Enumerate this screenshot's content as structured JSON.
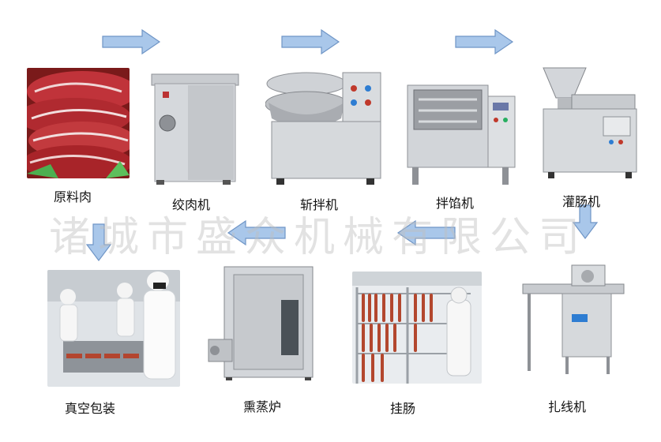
{
  "watermark": "诸城市盛众机械有限公司",
  "steps": [
    {
      "label": "原料肉",
      "icon": "raw-meat-photo"
    },
    {
      "label": "绞肉机",
      "icon": "meat-grinder-photo"
    },
    {
      "label": "斩拌机",
      "icon": "bowl-chopper-photo"
    },
    {
      "label": "拌馅机",
      "icon": "mixer-photo"
    },
    {
      "label": "灌肠机",
      "icon": "sausage-filler-photo"
    },
    {
      "label": "扎线机",
      "icon": "sausage-tying-machine-photo"
    },
    {
      "label": "挂肠",
      "icon": "hanging-sausage-photo"
    },
    {
      "label": "熏蒸炉",
      "icon": "smokehouse-photo"
    },
    {
      "label": "真空包装",
      "icon": "vacuum-packing-photo"
    }
  ],
  "colors": {
    "arrow_fill": "#a9c7ea",
    "arrow_stroke": "#6f95c6"
  }
}
